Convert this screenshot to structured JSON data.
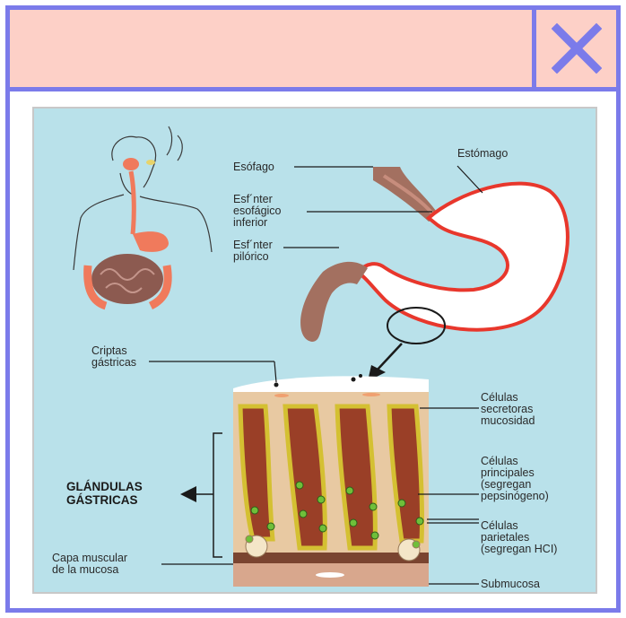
{
  "window": {
    "title": "",
    "close_icon": "close-x-icon",
    "border_color": "#7b7bea",
    "titlebar_color": "#fdd0c7"
  },
  "figure": {
    "background_color": "#b9e1ea",
    "labels": {
      "esofago": "Esófago",
      "estomago": "Estómago",
      "esfinter_esofagico": "Esf´nter\nesofágico\ninferior",
      "esfinter_pilorico": "Esf´nter\npilórico",
      "criptas": "Criptas\ngástricas",
      "celulas_secretoras": "Células\nsecretoras\nmucosidad",
      "glandulas": "GLÁNDULAS\nGÁSTRICAS",
      "celulas_principales": "Células\nprincipales\n(segregan\npepsinógeno)",
      "celulas_parietales": "Células\nparietales\n(segregan HCI)",
      "capa_muscular": "Capa muscular\nde la mucosa",
      "submucosa": "Submucosa"
    }
  }
}
